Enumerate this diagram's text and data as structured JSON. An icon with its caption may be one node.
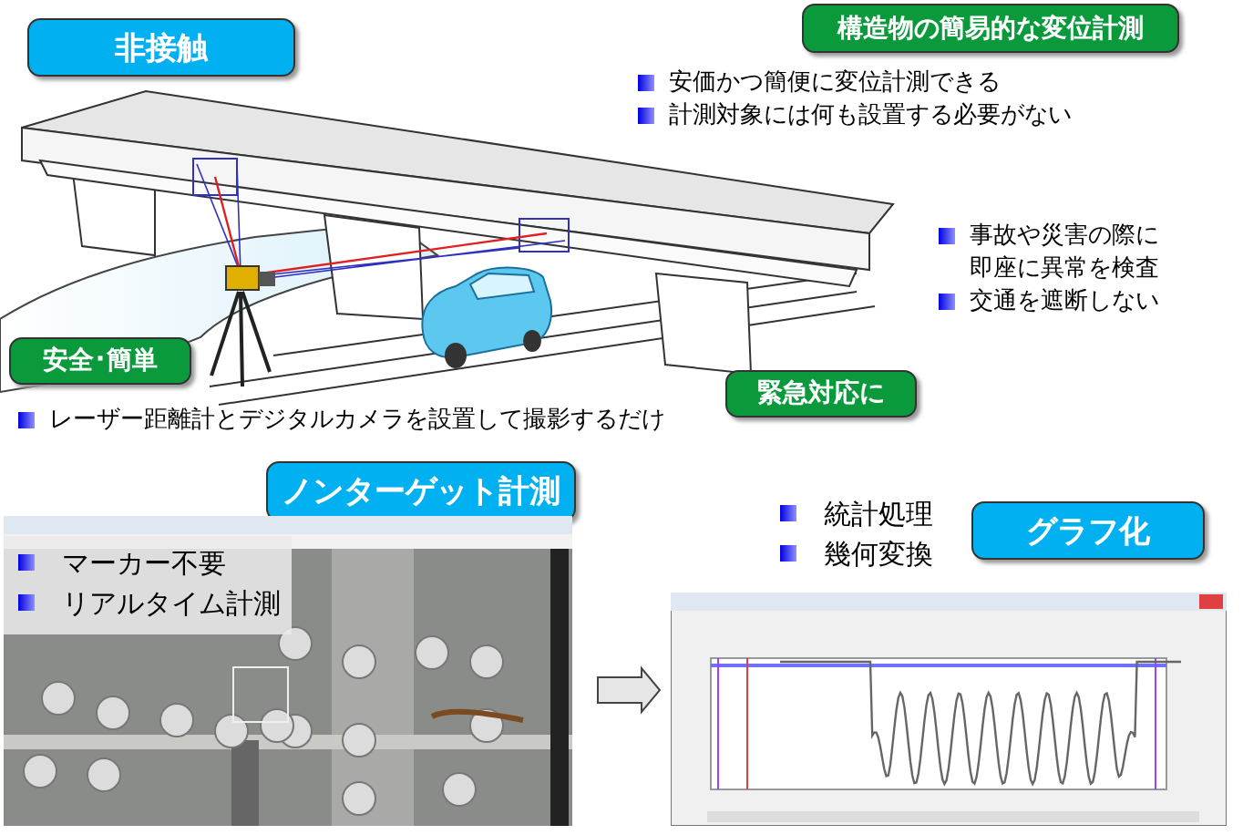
{
  "diagram": {
    "nodes": [
      {
        "text": [
          "非接触"
        ]
      },
      {
        "text": [
          "構造物の簡易的な変位計測"
        ]
      },
      {
        "text": [
          "安全･簡単"
        ]
      },
      {
        "text": [
          "緊急対応に"
        ]
      },
      {
        "text": [
          "ノンターゲット計測"
        ]
      },
      {
        "text": [
          "グラフ化"
        ]
      },
      {
        "text": [],
        "shape": "picture"
      },
      {
        "text": [],
        "shape": "picture"
      }
    ],
    "edges": [
      {
        "from": 6,
        "to": 7,
        "arrow": "to"
      }
    ],
    "labels": [
      "安価かつ簡便に変位計測できる",
      "計測対象には何も設置する必要がない",
      "事故や災害の際に即座に異常を検査",
      "交通を遮断しない",
      "レーザー距離計とデジタルカメラを設置して撮影するだけ",
      "マーカー不要",
      "リアルタイム計測",
      "統計処理",
      "幾何変換"
    ]
  }
}
